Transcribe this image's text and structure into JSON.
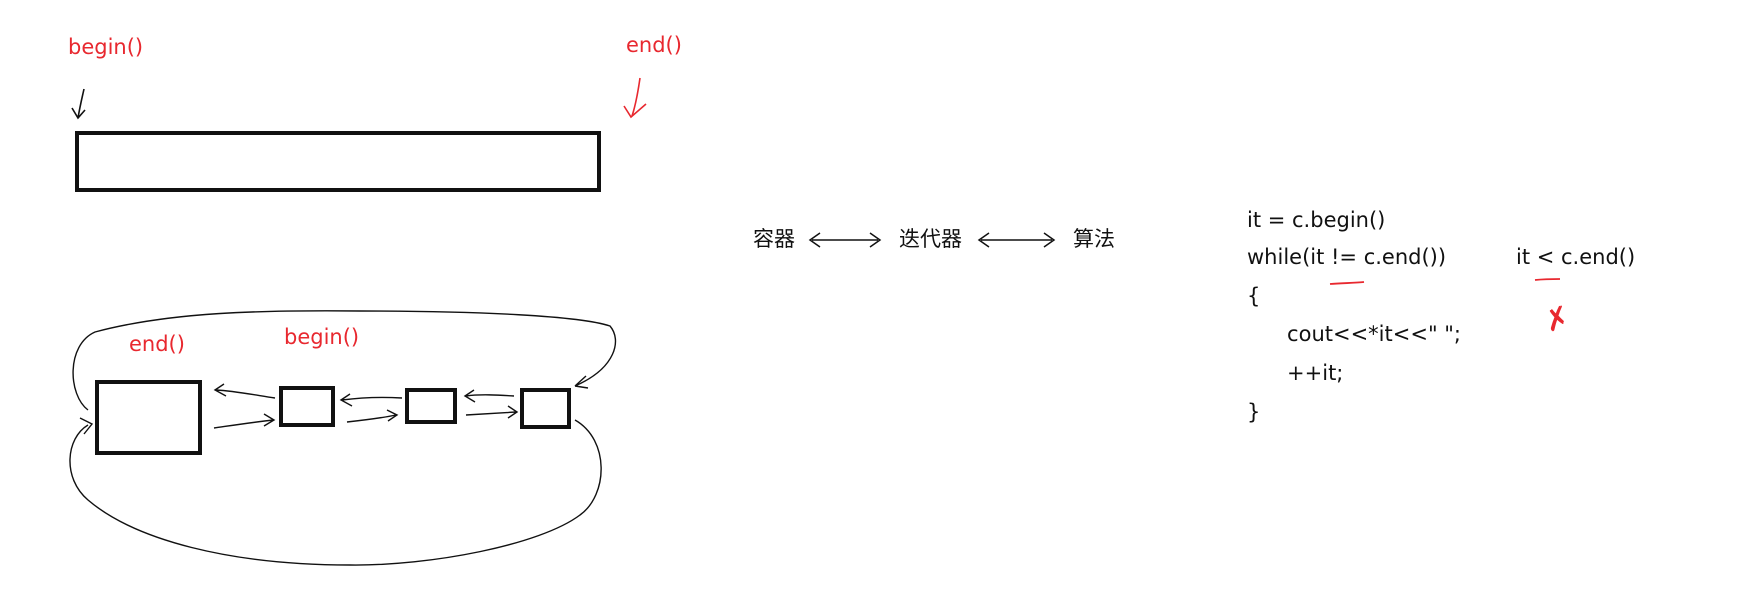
{
  "colors": {
    "ink": "#111111",
    "annotation": "#e8282f",
    "background": "#ffffff"
  },
  "array_diagram": {
    "begin_label": "begin()",
    "end_label": "end()"
  },
  "list_diagram": {
    "end_label": "end()",
    "begin_label": "begin()",
    "node_count": 4
  },
  "relation": {
    "container": "容器",
    "iterator": "迭代器",
    "algorithm": "算法"
  },
  "code": {
    "lines": [
      "it = c.begin()",
      "while(it != c.end())",
      "{",
      "      cout<<*it<<\" \";",
      "      ++it;",
      "}"
    ],
    "wrong_condition": "it < c.end()",
    "wrong_mark": "✗"
  }
}
